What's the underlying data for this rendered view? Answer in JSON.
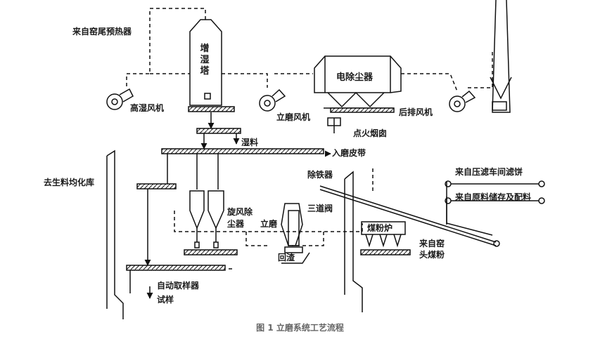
{
  "labels": {
    "kiln_preheater": "来自窑尾预热器",
    "humid_fan": "高湿风机",
    "humid_tower": "增湿塔",
    "esp": "电除尘器",
    "mill_fan": "立磨风机",
    "rear_fan": "后排风机",
    "ignition_stack": "点火烟囱",
    "wet_material": "湿料",
    "mill_belt": "入磨皮带",
    "raw_homo": "去生料均化库",
    "iron_remover": "除铁器",
    "three_way_valve": "三道阀",
    "cyclone": "旋风除",
    "cyclone2": "尘器",
    "vertical_mill": "立磨",
    "coal_furnace": "煤粉炉",
    "return_slag": "回渣",
    "auto_sampler": "自动取样器",
    "test_sample": "试样",
    "filter_cake": "来自压滤车间滤饼",
    "raw_storage": "来自原料储存及配料",
    "from_kiln": "来自窑",
    "head_coal": "头煤粉"
  },
  "caption": "图 1 立磨系统工艺流程"
}
